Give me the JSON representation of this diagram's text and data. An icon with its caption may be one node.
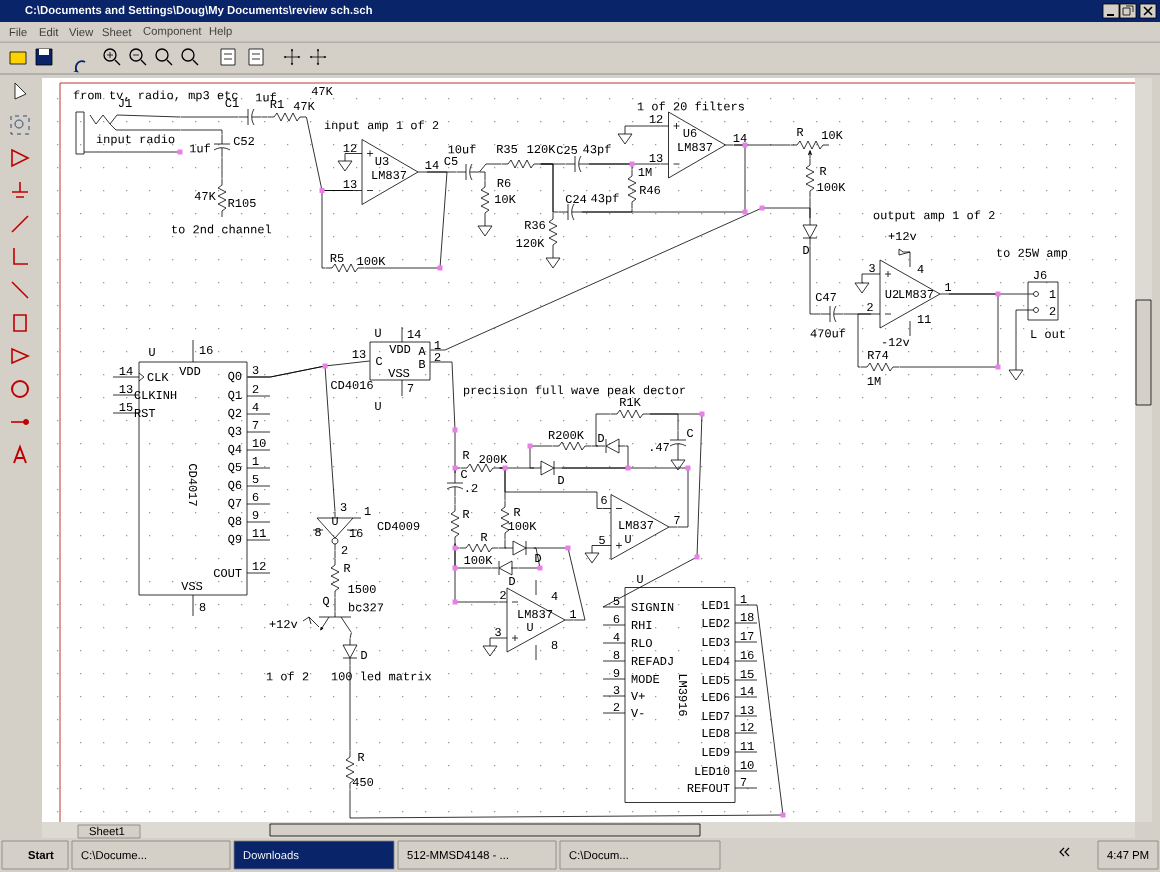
{
  "diagram": {
    "nodes": [
      {
        "text": [
          "J1",
          "input radio"
        ]
      },
      {
        "text": [
          "C1",
          "1uf"
        ]
      },
      {
        "text": [
          "R1",
          "47K"
        ]
      },
      {
        "text": [
          "1uf",
          "C52"
        ]
      },
      {
        "text": [
          "47K",
          "R105"
        ]
      },
      {
        "text": [
          "U3",
          "LM837"
        ]
      },
      {
        "text": [
          "R5",
          "100K"
        ]
      },
      {
        "text": [
          "10uf",
          "C5"
        ]
      },
      {
        "text": [
          "R6",
          "10K"
        ]
      },
      {
        "text": [
          "R35",
          "120K"
        ]
      },
      {
        "text": [
          "C25",
          "43pf"
        ]
      },
      {
        "text": [
          "C24",
          "43pf"
        ]
      },
      {
        "text": [
          "1M",
          "R46"
        ]
      },
      {
        "text": [
          "R36",
          "120K"
        ]
      },
      {
        "text": [
          "U6",
          "LM837"
        ]
      },
      {
        "text": [
          "R",
          "10K"
        ]
      },
      {
        "text": [
          "R",
          "100K"
        ]
      },
      {
        "text": [
          "D"
        ]
      },
      {
        "text": [
          "C47",
          "470uf"
        ]
      },
      {
        "text": [
          "U2",
          "LM837"
        ]
      },
      {
        "text": [
          "R74",
          "1M"
        ]
      },
      {
        "text": [
          "J6",
          "1",
          "2",
          "L out"
        ]
      },
      {
        "text": [
          "U",
          "VDD",
          "CLK",
          "CLKINH",
          "RST",
          "Q0",
          "Q1",
          "Q2",
          "Q3",
          "Q4",
          "Q5",
          "Q6",
          "Q7",
          "Q8",
          "Q9",
          "CD4017",
          "COUT",
          "VSS"
        ]
      },
      {
        "text": [
          "U",
          "VDD",
          "C",
          "A",
          "B",
          "VSS",
          "U"
        ],
        "beside": [
          "CD4016"
        ]
      },
      {
        "text": [
          "U"
        ],
        "beside": [
          "CD4009"
        ]
      },
      {
        "text": [
          "R",
          "1500"
        ]
      },
      {
        "text": [
          "Q",
          "bc327"
        ]
      },
      {
        "text": [
          "D"
        ]
      },
      {
        "text": [
          "R",
          "450"
        ]
      },
      {
        "text": [
          "C",
          ".2"
        ]
      },
      {
        "text": [
          "R",
          "200K"
        ]
      },
      {
        "text": [
          "R1K"
        ]
      },
      {
        "text": [
          "C",
          ".47"
        ]
      },
      {
        "text": [
          "R200K"
        ]
      },
      {
        "text": [
          "D"
        ]
      },
      {
        "text": [
          "D"
        ]
      },
      {
        "text": [
          "LM837",
          "U"
        ]
      },
      {
        "text": [
          "R"
        ]
      },
      {
        "text": [
          "R",
          "100K"
        ]
      },
      {
        "text": [
          "R",
          "100K"
        ]
      },
      {
        "text": [
          "D"
        ]
      },
      {
        "text": [
          "D"
        ]
      },
      {
        "text": [
          "LM837",
          "U"
        ]
      },
      {
        "text": [
          "U",
          "SIGNIN",
          "RHI",
          "RLO",
          "REFADJ",
          "MODE",
          "V+",
          "V-",
          "LM3916",
          "LED1",
          "LED2",
          "LED3",
          "LED4",
          "LED5",
          "LED6",
          "LED7",
          "LED8",
          "LED9",
          "LED10",
          "REFOUT"
        ]
      }
    ],
    "edges": [
      {
        "from": 0,
        "to": 1,
        "arrow": "none"
      },
      {
        "from": 0,
        "to": 3,
        "arrow": "none"
      },
      {
        "from": 1,
        "to": 2,
        "arrow": "none"
      },
      {
        "from": 3,
        "to": 4,
        "arrow": "none"
      },
      {
        "from": 2,
        "to": 5,
        "arrow": "none"
      },
      {
        "from": 5,
        "to": 6,
        "arrow": "none"
      },
      {
        "from": 6,
        "to": 5,
        "arrow": "none"
      },
      {
        "from": 5,
        "to": 7,
        "arrow": "none"
      },
      {
        "from": 7,
        "to": 8,
        "arrow": "none"
      },
      {
        "from": 7,
        "to": 9,
        "arrow": "none"
      },
      {
        "from": 9,
        "to": 10,
        "arrow": "none"
      },
      {
        "from": 9,
        "to": 11,
        "arrow": "none"
      },
      {
        "from": 9,
        "to": 13,
        "arrow": "none"
      },
      {
        "from": 10,
        "to": 14,
        "arrow": "none"
      },
      {
        "from": 10,
        "to": 12,
        "arrow": "none"
      },
      {
        "from": 11,
        "to": 12,
        "arrow": "none"
      },
      {
        "from": 11,
        "to": 14,
        "arrow": "none"
      },
      {
        "from": 14,
        "to": 15,
        "arrow": "none"
      },
      {
        "from": 16,
        "to": 15,
        "arrow": "to"
      },
      {
        "from": 16,
        "to": 17,
        "arrow": "none"
      },
      {
        "from": 17,
        "to": 23,
        "arrow": "none"
      },
      {
        "from": 17,
        "to": 18,
        "arrow": "none"
      },
      {
        "from": 18,
        "to": 19,
        "arrow": "none"
      },
      {
        "from": 19,
        "to": 20,
        "arrow": "none"
      },
      {
        "from": 20,
        "to": 19,
        "arrow": "none"
      },
      {
        "from": 19,
        "to": 21,
        "arrow": "none"
      },
      {
        "from": 22,
        "to": 23,
        "arrow": "none"
      },
      {
        "from": 22,
        "to": 24,
        "arrow": "none"
      },
      {
        "from": 24,
        "to": 25,
        "arrow": "none"
      },
      {
        "from": 25,
        "to": 26,
        "arrow": "none"
      },
      {
        "from": 26,
        "to": 27,
        "arrow": "none"
      },
      {
        "from": 27,
        "to": 28,
        "arrow": "none"
      },
      {
        "from": 28,
        "to": 43,
        "arrow": "none"
      },
      {
        "from": 23,
        "to": 29,
        "arrow": "none"
      },
      {
        "from": 29,
        "to": 30,
        "arrow": "none"
      },
      {
        "from": 30,
        "to": 35,
        "arrow": "none"
      },
      {
        "from": 30,
        "to": 36,
        "arrow": "none"
      },
      {
        "from": 35,
        "to": 36,
        "arrow": "none"
      },
      {
        "from": 33,
        "to": 34,
        "arrow": "none"
      },
      {
        "from": 33,
        "to": 35,
        "arrow": "none"
      },
      {
        "from": 34,
        "to": 31,
        "arrow": "none"
      },
      {
        "from": 34,
        "to": 35,
        "arrow": "none"
      },
      {
        "from": 31,
        "to": 32,
        "arrow": "none"
      },
      {
        "from": 31,
        "to": 43,
        "arrow": "none"
      },
      {
        "from": 29,
        "to": 37,
        "arrow": "none"
      },
      {
        "from": 37,
        "to": 42,
        "arrow": "none"
      },
      {
        "from": 37,
        "to": 39,
        "arrow": "none"
      },
      {
        "from": 30,
        "to": 38,
        "arrow": "none"
      },
      {
        "from": 38,
        "to": 40,
        "arrow": "none"
      },
      {
        "from": 39,
        "to": 40,
        "arrow": "none"
      },
      {
        "from": 40,
        "to": 42,
        "arrow": "none"
      },
      {
        "from": 41,
        "to": 37,
        "arrow": "none"
      },
      {
        "from": 41,
        "to": 40,
        "arrow": "none"
      }
    ],
    "labels": [
      "C:\\Documents and Settings\\Doug\\My Documents\\review sch.sch",
      "File",
      "Edit",
      "View",
      "Sheet",
      "Component",
      "Help",
      "from tv, radio, mp3 etc",
      "47K",
      "input amp 1 of 2",
      "1 of 20 filters",
      "to 2nd channel",
      "output amp 1 of 2",
      "+12v",
      "-12v",
      "to 25W amp",
      "precision full wave peak dector",
      "+12v",
      "1 of 2",
      "100 led matrix",
      "12",
      "13",
      "14",
      "12",
      "13",
      "14",
      "3",
      "2",
      "1",
      "4",
      "11",
      "16",
      "14",
      "13",
      "15",
      "3",
      "2",
      "4",
      "7",
      "10",
      "1",
      "5",
      "6",
      "9",
      "11",
      "12",
      "8",
      "13",
      "14",
      "1",
      "2",
      "7",
      "3",
      "1",
      "8",
      "16",
      "2",
      "6",
      "5",
      "7",
      "2",
      "3",
      "1",
      "4",
      "8",
      "5",
      "6",
      "4",
      "8",
      "9",
      "3",
      "2",
      "1",
      "18",
      "17",
      "16",
      "15",
      "14",
      "13",
      "12",
      "11",
      "10",
      "7",
      "Sheet1",
      "Start",
      "C:\\Docume...",
      "Downloads",
      "512-MMSD4148 - ...",
      "C:\\Docum...",
      "4:47 PM"
    ]
  }
}
